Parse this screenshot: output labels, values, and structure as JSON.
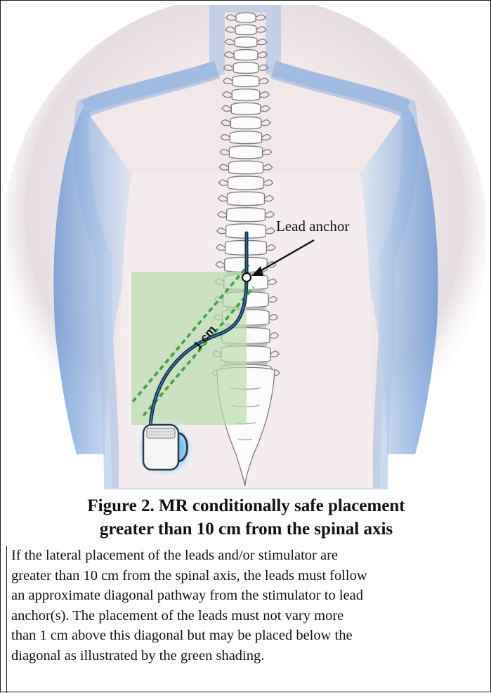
{
  "figure": {
    "title_line1": "Figure 2.  MR conditionally safe placement",
    "title_line2": "greater than 10 cm from the spinal axis",
    "labels": {
      "lead_anchor": "Lead anchor",
      "distance": "1 cm"
    },
    "caption_lines": [
      "If the lateral placement of the leads and/or stimulator are",
      "greater than 10 cm from the spinal axis, the leads must follow",
      "an approximate diagonal pathway from the stimulator to lead",
      "anchor(s). The placement of the leads must not vary more",
      "than 1 cm above this diagonal but may be placed below the",
      "diagonal as illustrated by the green shading."
    ]
  },
  "colors": {
    "body_glow": "#8fb1de",
    "skin": "#f6eeee",
    "bone_outline": "#7a7a7a",
    "lead": "#1c2a3a",
    "lead_highlight": "#2a83c4",
    "safe_zone": "#b9dcae",
    "dashed_line": "#3da13a",
    "stimulator_glow": "#4aa9e0"
  },
  "icons": {
    "stimulator": "implant-device-icon",
    "anchor": "lead-anchor-circle-icon"
  }
}
